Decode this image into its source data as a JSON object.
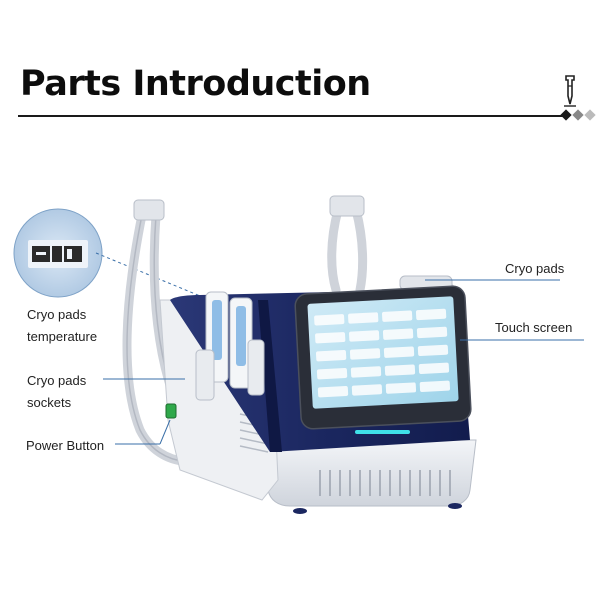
{
  "header": {
    "title": "Parts Introduction"
  },
  "icons": {
    "brand": "pen-logo-icon",
    "divider_dots": "diamond-dots-icon"
  },
  "callouts": {
    "cryo_temp": {
      "line1": "Cryo pads",
      "line2": "temperature"
    },
    "cryo_sockets": {
      "line1": "Cryo pads",
      "line2": "sockets"
    },
    "power_button": "Power Button",
    "cryo_pads": "Cryo pads",
    "touch_screen": "Touch screen"
  },
  "colors": {
    "title": "#0d0d0d",
    "rule": "#1a1a1a",
    "device_body": "#1d2a63",
    "device_base": "#e6e9ee",
    "screen_glow": "#3fe0e8",
    "callout_line": "#3a6fa8"
  }
}
